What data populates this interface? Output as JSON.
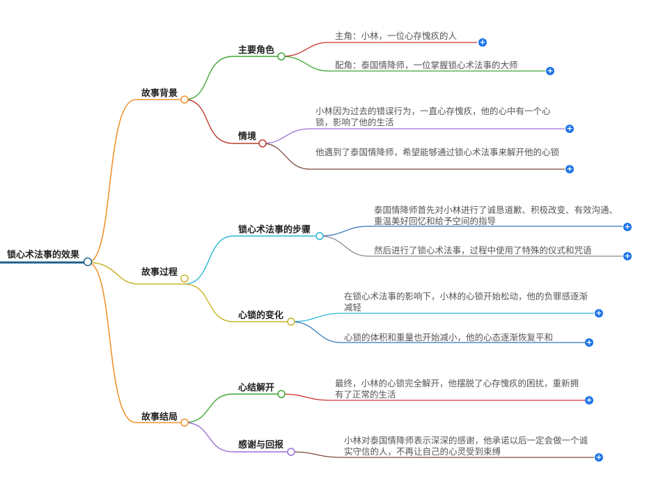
{
  "root": {
    "label": "锁心术法事的效果"
  },
  "branches": [
    {
      "label": "故事背景",
      "children": [
        {
          "label": "主要角色",
          "leaves": [
            "主角：小林，一位心存愧疚的人",
            "配角：泰国情降师，一位掌握锁心术法事的大师"
          ]
        },
        {
          "label": "情境",
          "leaves": [
            "小林因为过去的错误行为，一直心存愧疚，他的心中有一个心锁，影响了他的生活",
            "他遇到了泰国情降师，希望能够通过锁心术法事来解开他的心锁"
          ]
        }
      ]
    },
    {
      "label": "故事过程",
      "children": [
        {
          "label": "锁心术法事的步骤",
          "leaves": [
            "泰国情降师首先对小林进行了诚恳道歉、积极改变、有效沟通、重温美好回忆和给予空间的指导",
            "然后进行了锁心术法事，过程中使用了特殊的仪式和咒语"
          ]
        },
        {
          "label": "心锁的变化",
          "leaves": [
            "在锁心术法事的影响下，小林的心锁开始松动，他的负罪感逐渐减轻",
            "心锁的体积和重量也开始减小，他的心态逐渐恢复平和"
          ]
        }
      ]
    },
    {
      "label": "故事结局",
      "children": [
        {
          "label": "心结解开",
          "leaves": [
            "最终，小林的心锁完全解开，他摆脱了心存愧疚的困扰，重新拥有了正常的生活"
          ]
        },
        {
          "label": "感谢与回报",
          "leaves": [
            "小林对泰国情降师表示深深的感谢，他承诺以后一定会做一个诚实守信的人，不再让自己的心灵受到束缚"
          ]
        }
      ]
    }
  ],
  "expand_icon": "plus-icon",
  "colors": {
    "root_line": "#1f5f8b",
    "branch_line": "#f0932b",
    "node_background": "#ffffff"
  }
}
